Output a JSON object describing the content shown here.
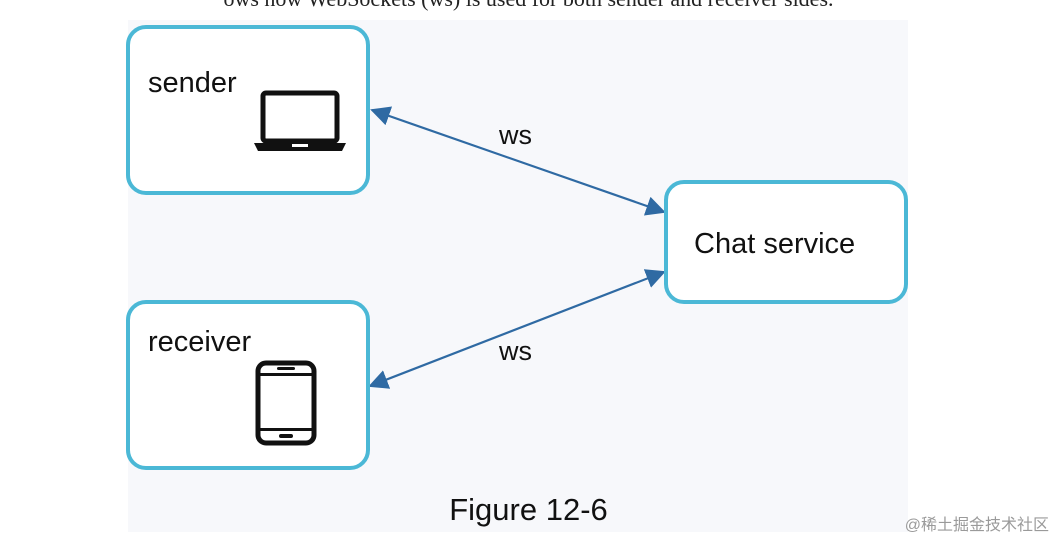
{
  "intro_text": "ows how WebSockets (ws) is used for both sender and receiver sides.",
  "nodes": {
    "sender": {
      "label": "sender",
      "icon": "laptop-icon"
    },
    "receiver": {
      "label": "receiver",
      "icon": "phone-icon"
    },
    "chat_service": {
      "label": "Chat service"
    }
  },
  "edges": [
    {
      "from": "sender",
      "to": "chat_service",
      "label": "ws",
      "direction": "bidirectional"
    },
    {
      "from": "receiver",
      "to": "chat_service",
      "label": "ws",
      "direction": "bidirectional"
    }
  ],
  "caption": "Figure 12-6",
  "watermark": "@稀土掘金技术社区",
  "colors": {
    "node_border": "#4bb8d6",
    "edge": "#2f6aa3"
  }
}
